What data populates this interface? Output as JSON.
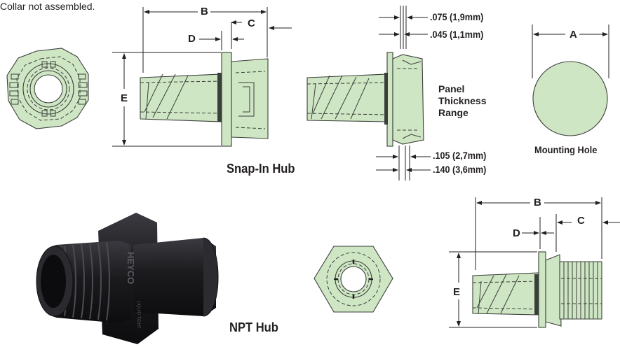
{
  "note": "Collar not assembled.",
  "snap_in": {
    "title": "Snap-In Hub",
    "dim_B": "B",
    "dim_C": "C",
    "dim_D": "D",
    "dim_E": "E"
  },
  "panel": {
    "top1": ".075  (1,9mm)",
    "top2": ".045  (1,1mm)",
    "label_line1": "Panel",
    "label_line2": "Thickness",
    "label_line3": "Range",
    "bot1": ".105 (2,7mm)",
    "bot2": ".140 (3,6mm)"
  },
  "mounting": {
    "dim_A": "A",
    "label": "Mounting Hole"
  },
  "npt": {
    "title": "NPT Hub",
    "dim_B": "B",
    "dim_C": "C",
    "dim_D": "D",
    "dim_E": "E",
    "photo_text": "HEYCO",
    "photo_subtext": "LIQUID TIGHT"
  },
  "colors": {
    "part_fill": "#cfe6c4",
    "line": "#231f20",
    "photo_plastic": "#1f1f22"
  }
}
